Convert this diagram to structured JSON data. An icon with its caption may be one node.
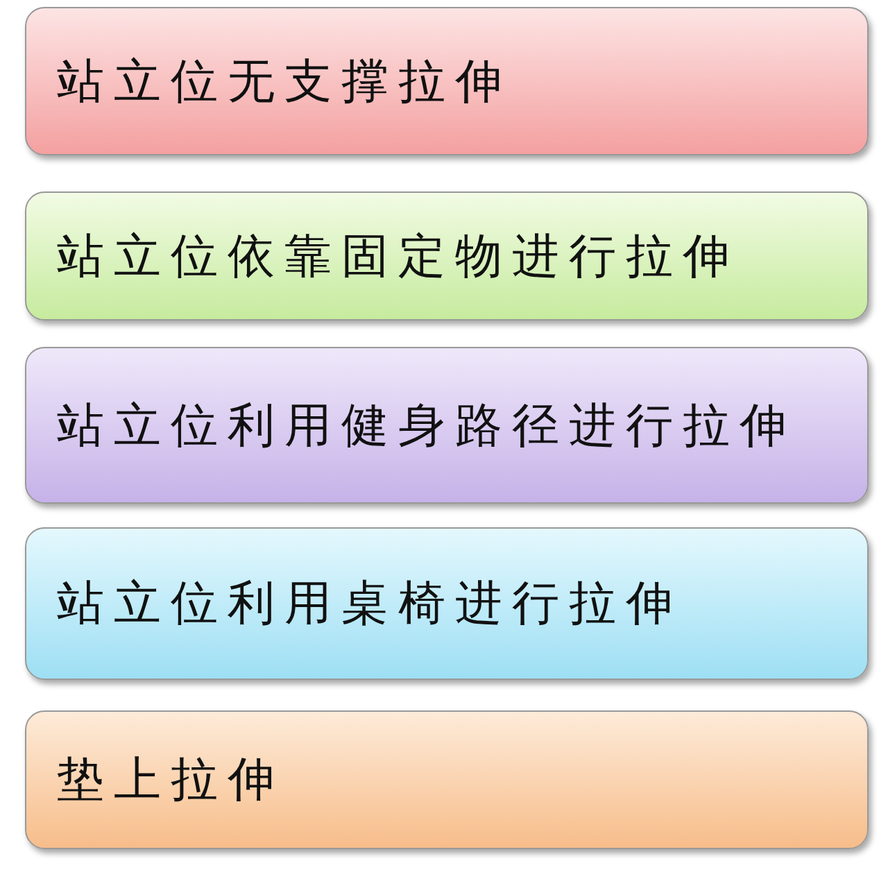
{
  "diagram": {
    "nodes": [
      {
        "text": [
          "站立位无支撑拉伸"
        ]
      },
      {
        "text": [
          "站立位依靠固定物进行拉伸"
        ]
      },
      {
        "text": [
          "站立位利用健身路径进行拉伸"
        ]
      },
      {
        "text": [
          "站立位利用桌椅进行拉伸"
        ]
      },
      {
        "text": [
          "垫上拉伸"
        ]
      }
    ]
  }
}
